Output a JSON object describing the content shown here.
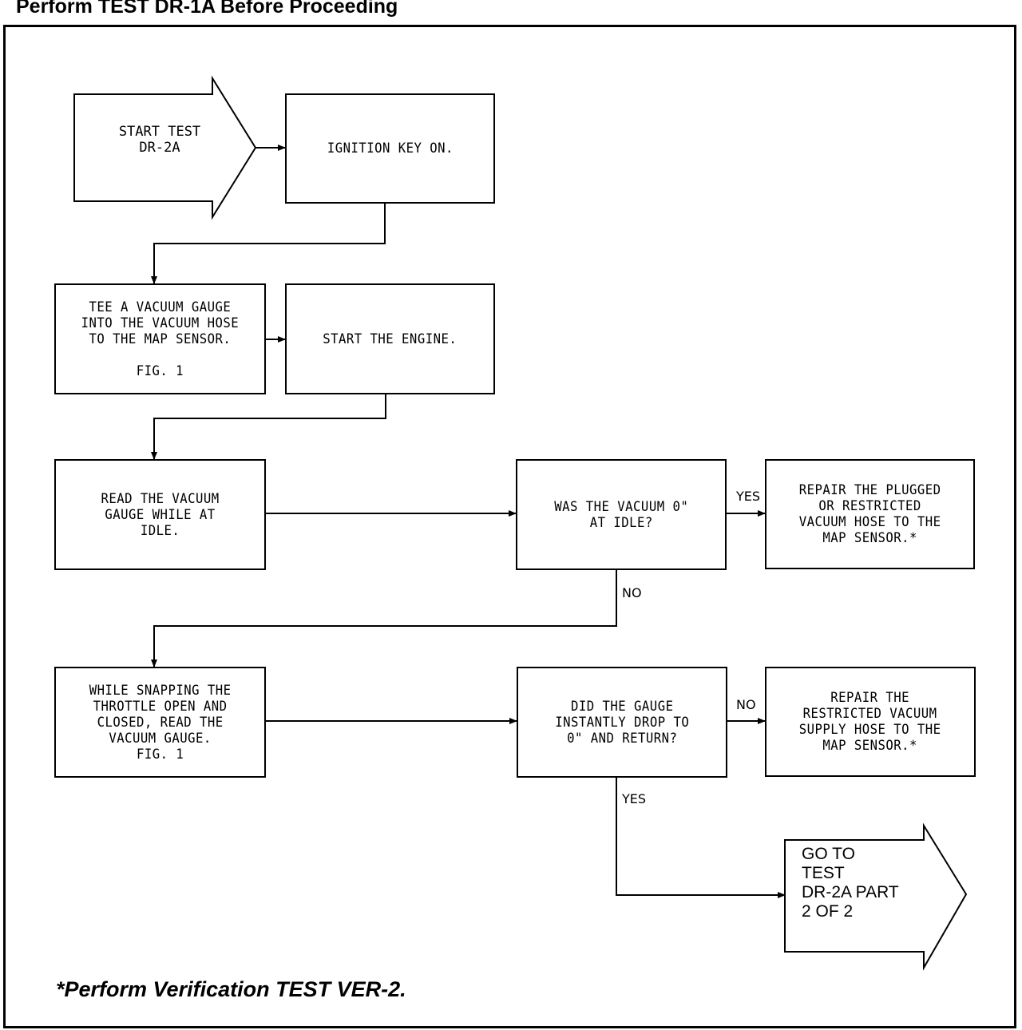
{
  "header": {
    "title": "Perform TEST DR-1A Before Proceeding"
  },
  "flow": {
    "start": "START TEST\nDR-2A",
    "ignition": "IGNITION KEY ON.",
    "tee_gauge": "TEE A VACUUM GAUGE\nINTO THE VACUUM HOSE\nTO THE MAP SENSOR.\n\nFIG. 1",
    "start_engine": "START THE ENGINE.",
    "read_gauge": "READ THE VACUUM\nGAUGE WHILE AT\nIDLE.",
    "question_vacuum": "WAS THE VACUUM 0\"\nAT IDLE?",
    "repair_plugged": "REPAIR THE PLUGGED\nOR RESTRICTED\nVACUUM HOSE TO THE\nMAP SENSOR.*",
    "snap_throttle": "WHILE SNAPPING THE\nTHROTTLE OPEN AND\nCLOSED, READ THE\nVACUUM GAUGE.\nFIG. 1",
    "question_drop": "DID THE GAUGE\nINSTANTLY DROP TO\n0\" AND RETURN?",
    "repair_restricted": "REPAIR THE\nRESTRICTED VACUUM\nSUPPLY HOSE TO THE\nMAP SENSOR.*",
    "goto": "GO TO\nTEST\nDR-2A PART\n2 OF 2"
  },
  "labels": {
    "yes_1": "YES",
    "no_1": "NO",
    "no_2": "NO",
    "yes_2": "YES"
  },
  "footer": {
    "note": "*Perform Verification TEST VER-2."
  }
}
